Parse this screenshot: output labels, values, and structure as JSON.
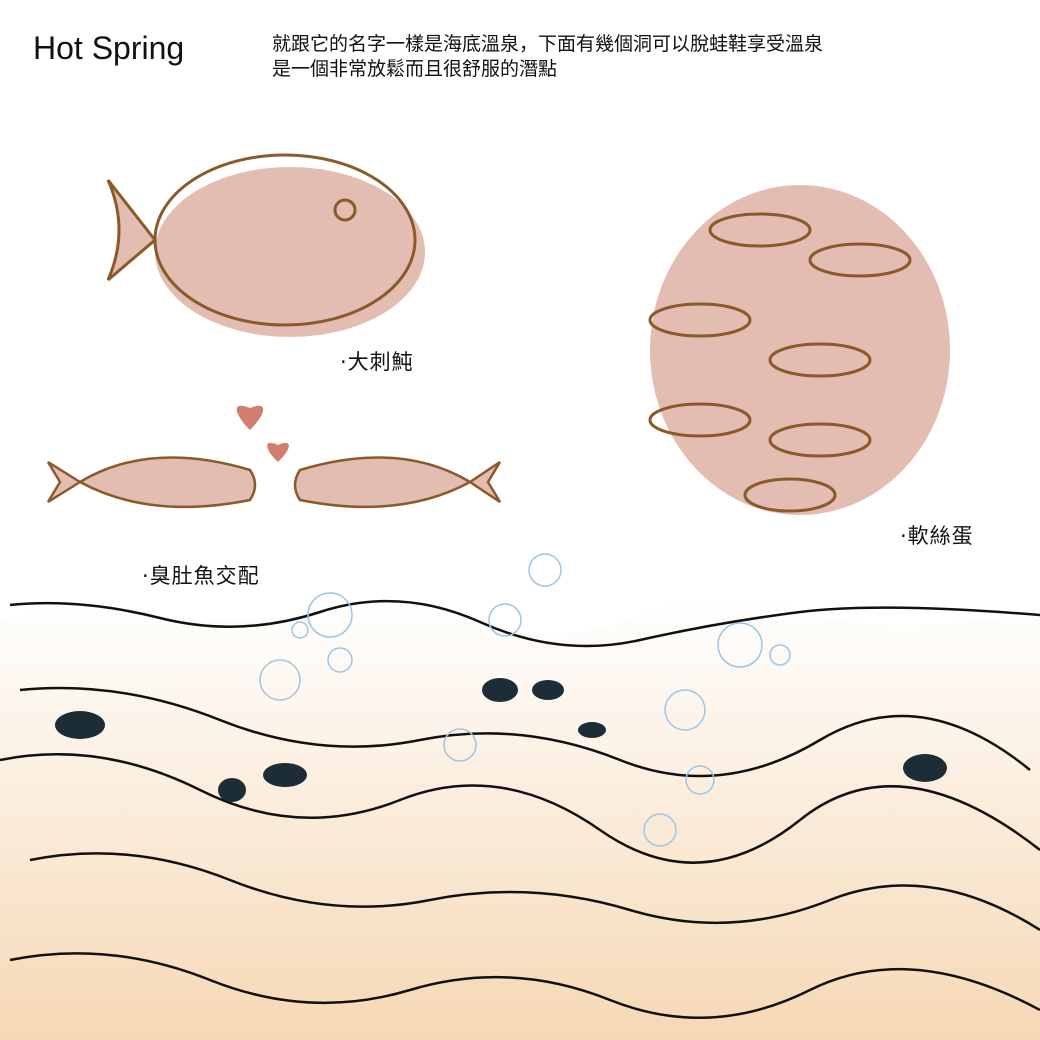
{
  "title": "Hot Spring",
  "description": {
    "line1": "就跟它的名字一樣是海底溫泉，下面有幾個洞可以脫蛙鞋享受溫泉",
    "line2": "是一個非常放鬆而且很舒服的潛點"
  },
  "labels": {
    "pufferfish": "·大刺魨",
    "squid_eggs": "·軟絲蛋",
    "mullet": "·臭肚魚交配"
  },
  "colors": {
    "fill": "#e4bdb2",
    "outline": "#8a5a2b",
    "heart": "#cf7f6c",
    "sand": "#f6d8b4",
    "bubble": "#9cc6e6"
  }
}
